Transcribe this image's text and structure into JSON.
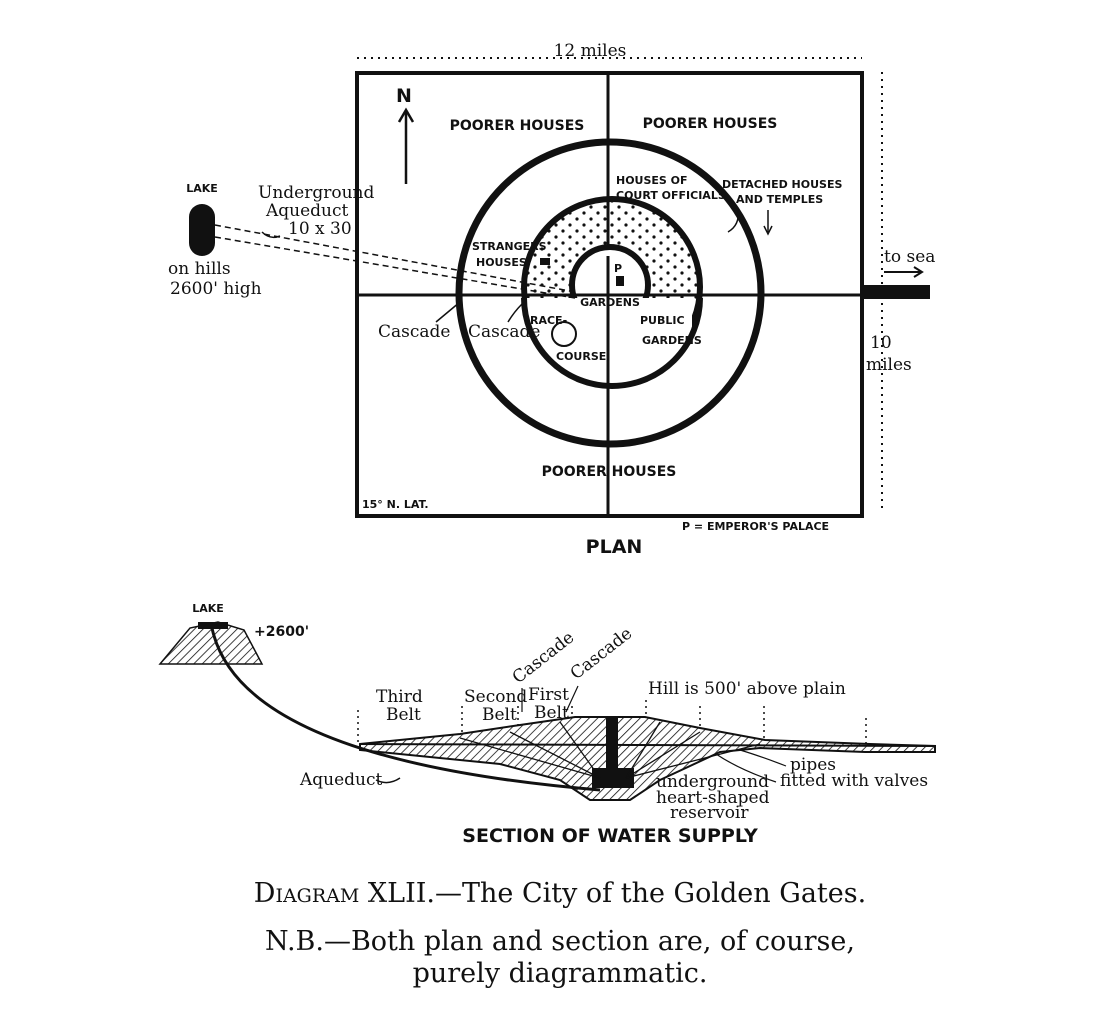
{
  "plan": {
    "width_label": "12 miles",
    "height_label": "10 miles",
    "north": "N",
    "lake": "LAKE",
    "lake_note": [
      "on hills",
      "2600' high"
    ],
    "aqueduct": [
      "Underground",
      "Aqueduct",
      "10 x 30"
    ],
    "quadrant_labels": [
      "POORER HOUSES",
      "POORER HOUSES",
      "POORER HOUSES"
    ],
    "court": [
      "HOUSES OF",
      "COURT OFFICIALS"
    ],
    "detached": [
      "DETACHED HOUSES",
      "AND TEMPLES"
    ],
    "strangers": [
      "STRANGERS",
      "HOUSES"
    ],
    "cascade": "Cascade",
    "gardens": "GARDENS",
    "race": "RACE-",
    "course": "COURSE",
    "public_gardens": [
      "PUBLIC",
      "GARDENS"
    ],
    "palace_mark": "P",
    "to_sea": "to sea",
    "latitude": "15° N. LAT.",
    "legend": "P = EMPEROR'S PALACE",
    "title": "PLAN"
  },
  "section": {
    "lake": "LAKE",
    "elevation": "+2600'",
    "third_belt": [
      "Third",
      "Belt"
    ],
    "second_belt": [
      "Second",
      "Belt"
    ],
    "first_belt": [
      "First",
      "Belt"
    ],
    "cascade": "Cascade",
    "hill": "Hill is 500' above plain",
    "aqueduct": "Aqueduct",
    "pipes": [
      "pipes",
      "fitted with valves"
    ],
    "reservoir": [
      "underground",
      "heart-shaped",
      "reservoir"
    ],
    "title": "SECTION OF WATER SUPPLY"
  },
  "caption": {
    "diagram_word": "Diagram",
    "diagram_rest": " XLII.—The City of  the Golden Gates.",
    "nb_line1": "N.B.—Both plan and section are, of course,",
    "nb_line2": "purely diagrammatic."
  }
}
